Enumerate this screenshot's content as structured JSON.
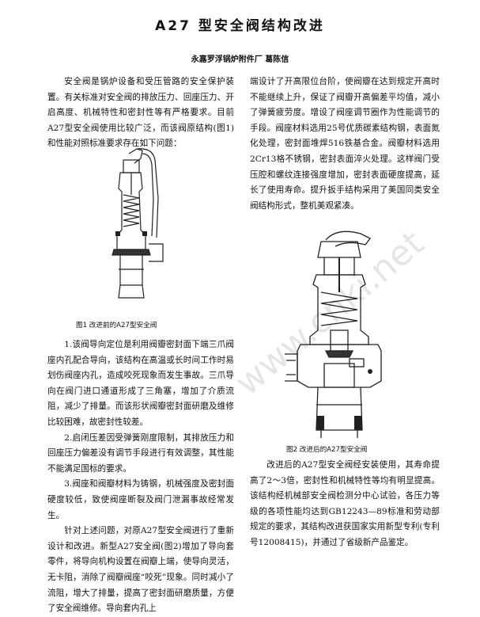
{
  "header": {
    "title": "A27 型安全阀结构改进",
    "author": "永嘉罗浮锅炉附件厂   葛陈信"
  },
  "intro": "安全阀是锅炉设备和受压管路的安全保护装置。有关标准对安全阀的排放压力、回座压力、开启高度、机械特性和密封性等有严格要求。目前A27型安全阀使用比较广泛，而该阀原结构(图1)和性能对照标准要求存在如下问题：",
  "problems": [
    "1.该阀导向定位是利用阀瓣密封面下端三爪阀座内孔配合导向，该结构在高温或长时间工作时易划伤阀座内孔，造成咬死现象而发生事故。三爪导向在阀门进口通道形成了三角塞，增加了介质流阻，减少了排量。而该形状阀瓣密封面研磨及维修比较困难，故密封性较差。",
    "2.启闭压差因受弹簧刚度限制，其排放压力和回座压力偏差没有调节手段进行有效调整，其性能不能满足国标的要求。",
    "3.阀座和阀瓣材料为铸钢，机械强度及密封面硬度较低，致使阀座断裂及阀门泄漏事故经常发生。"
  ],
  "improvement_left": "针对上述问题，对原A27型安全阀进行了重新设计和改进。新型A27安全阀(图2)增加了导向套零件，将导向机构设置在阀瓣上端，使导向灵活，无卡阻，消除了阀瓣阀座“咬死”现象。同时减小了流阻，增大了排量，提高了密封面研磨质量，方便了安全阀维修。导向套内孔上",
  "improvement_right": "端设计了开高限位台阶，使阀瓣在达到规定开高时不能继续上升，保证了阀瓣开高偏差平均值，减小了弹簧疲劳度。增设了阀座调节圈作为性能调节的手段。阀座材料选用25号优质碳素结构钢，表面氮化处理，密封面堆焊516铁基合金。阀瓣材料选用2Cr13格不锈钢，密封表面淬火处理。这样阀门受压腔和螺纹连接强度增加，密封表面硬度提高，延长了使用寿命。提升扳手结构采用了美国同类安全阀结构形式，整机美观紧凑。",
  "conclusion": "改进后的A27型安全阀经安装使用，其寿命提高了2～3倍，密封性和机械特性等均有明显提高。该结构经机械部安全阀检测分中心试验，各压力等级的各项性能均达到GB12243—89标准和劳动部规定的要求，其结构改进获国家实用新型专利(专利号12008415)，并通过了省级新产品鉴定。",
  "figures": {
    "fig1_caption": "图1   改进前的A27型安全阀",
    "fig2_caption": "图2   改进后的A27型安全阀"
  },
  "watermark": "www.cnki.net"
}
